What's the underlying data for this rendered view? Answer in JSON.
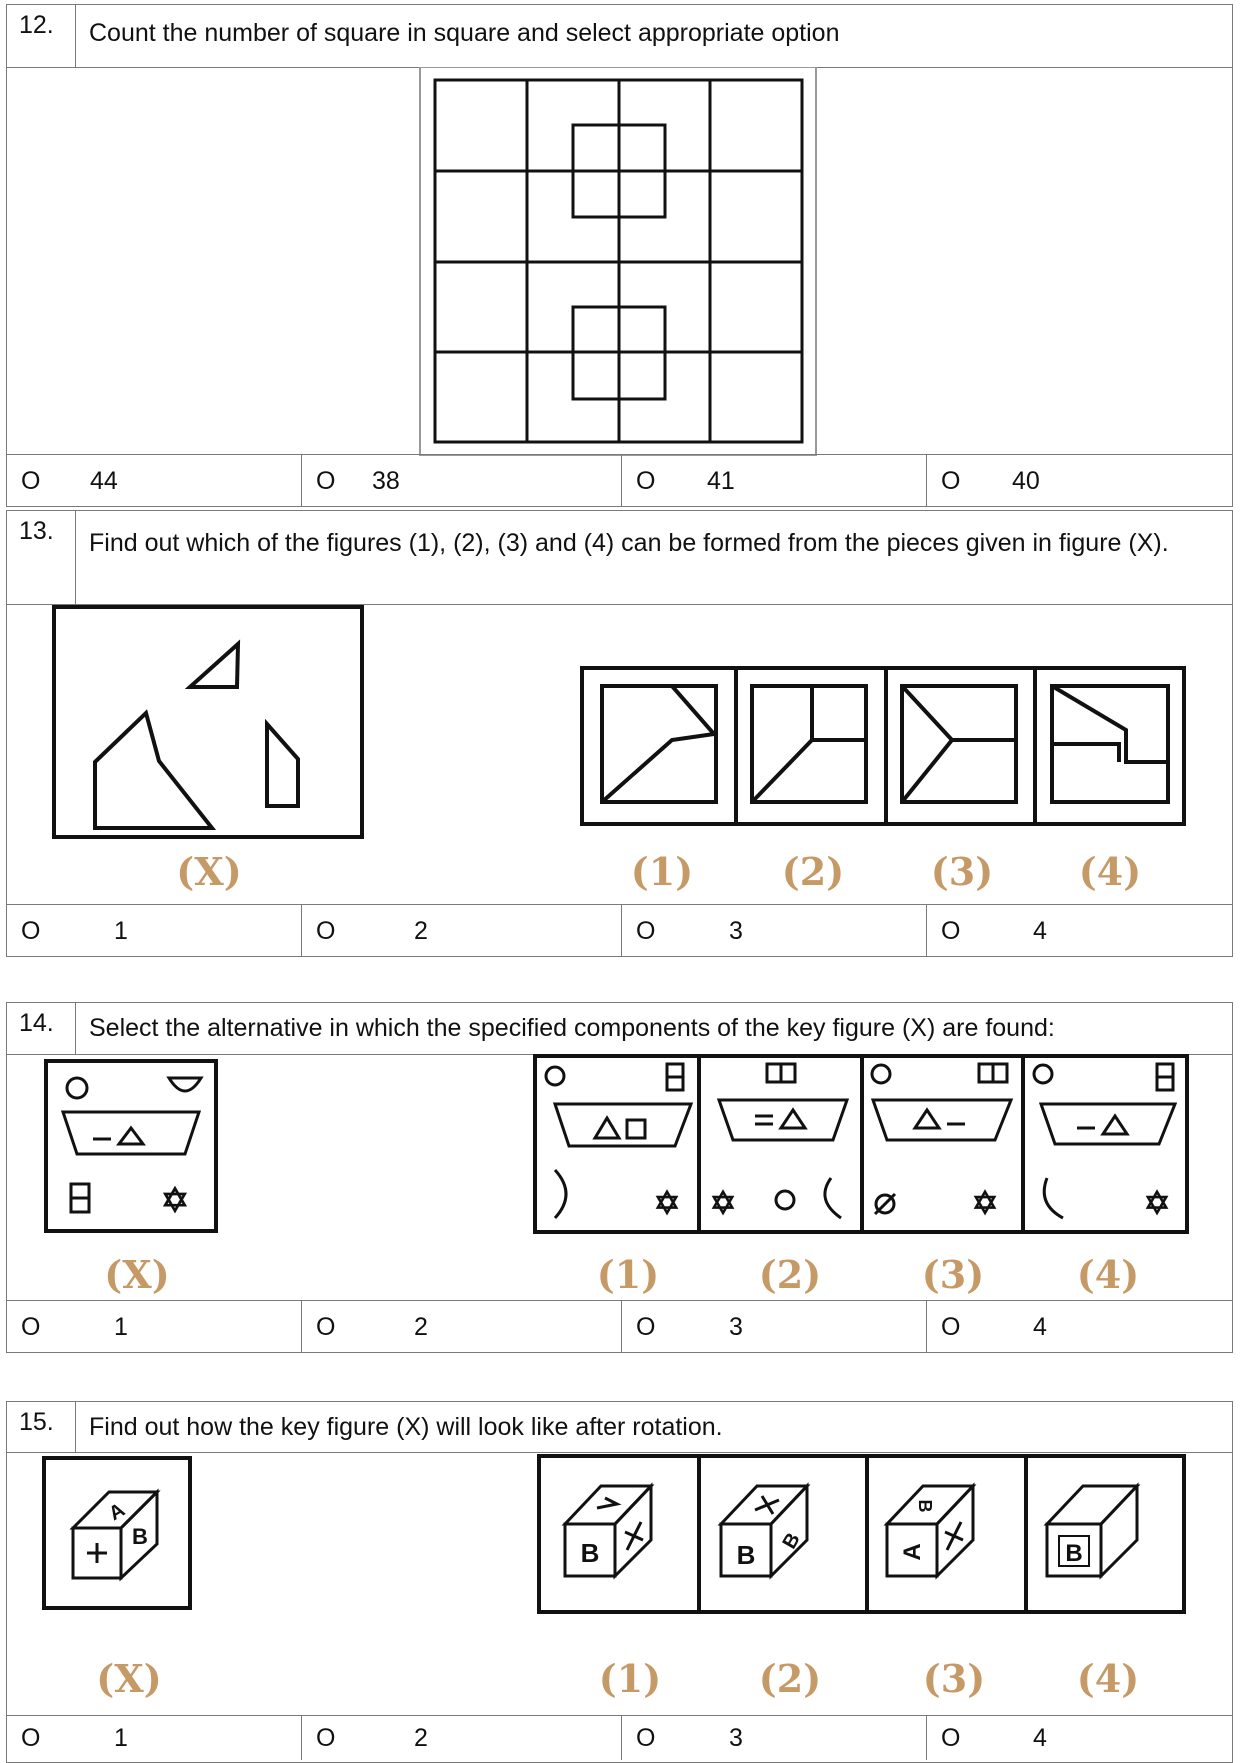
{
  "questions": [
    {
      "number": "12.",
      "text": "Count the number of square in square and select appropriate option",
      "options": [
        {
          "marker": "O",
          "value": "44"
        },
        {
          "marker": "O",
          "value": "38"
        },
        {
          "marker": "O",
          "value": "41"
        },
        {
          "marker": "O",
          "value": "40"
        }
      ]
    },
    {
      "number": "13.",
      "text": "Find out which of the figures (1), (2), (3) and (4) can be formed from the pieces given in figure (X).",
      "figure_labels": [
        "(X)",
        "(1)",
        "(2)",
        "(3)",
        "(4)"
      ],
      "options": [
        {
          "marker": "O",
          "value": "1"
        },
        {
          "marker": "O",
          "value": "2"
        },
        {
          "marker": "O",
          "value": "3"
        },
        {
          "marker": "O",
          "value": "4"
        }
      ]
    },
    {
      "number": "14.",
      "text": "Select the alternative in which the specified components of the key figure (X) are found:",
      "figure_labels": [
        "(X)",
        "(1)",
        "(2)",
        "(3)",
        "(4)"
      ],
      "options": [
        {
          "marker": "O",
          "value": "1"
        },
        {
          "marker": "O",
          "value": "2"
        },
        {
          "marker": "O",
          "value": "3"
        },
        {
          "marker": "O",
          "value": "4"
        }
      ]
    },
    {
      "number": "15.",
      "text": "Find out how the key figure (X) will look like after rotation.",
      "figure_labels": [
        "(X)",
        "(1)",
        "(2)",
        "(3)",
        "(4)"
      ],
      "cube_face_letters": [
        "B",
        "B",
        "A",
        "B"
      ],
      "options": [
        {
          "marker": "O",
          "value": "1"
        },
        {
          "marker": "O",
          "value": "2"
        },
        {
          "marker": "O",
          "value": "3"
        },
        {
          "marker": "O",
          "value": "4"
        }
      ]
    }
  ],
  "colors": {
    "label": "#c69a66",
    "border": "#7a7a7a"
  }
}
